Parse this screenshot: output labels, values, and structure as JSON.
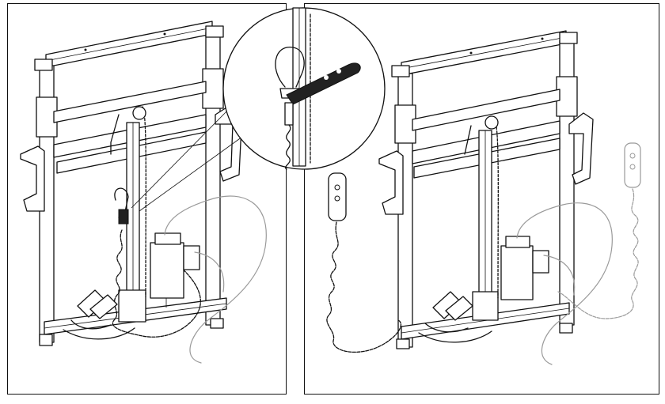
{
  "diagram": {
    "panels": [
      {
        "id": "left",
        "content": "desk-frame-with-handset-attached-to-column"
      },
      {
        "id": "right",
        "content": "desk-frame-with-handset-released"
      }
    ],
    "callout": {
      "content": "detail-view-of-handset-hook"
    },
    "colors": {
      "line": "#111111",
      "ghost": "#9a9a9a",
      "background": "#ffffff"
    }
  }
}
